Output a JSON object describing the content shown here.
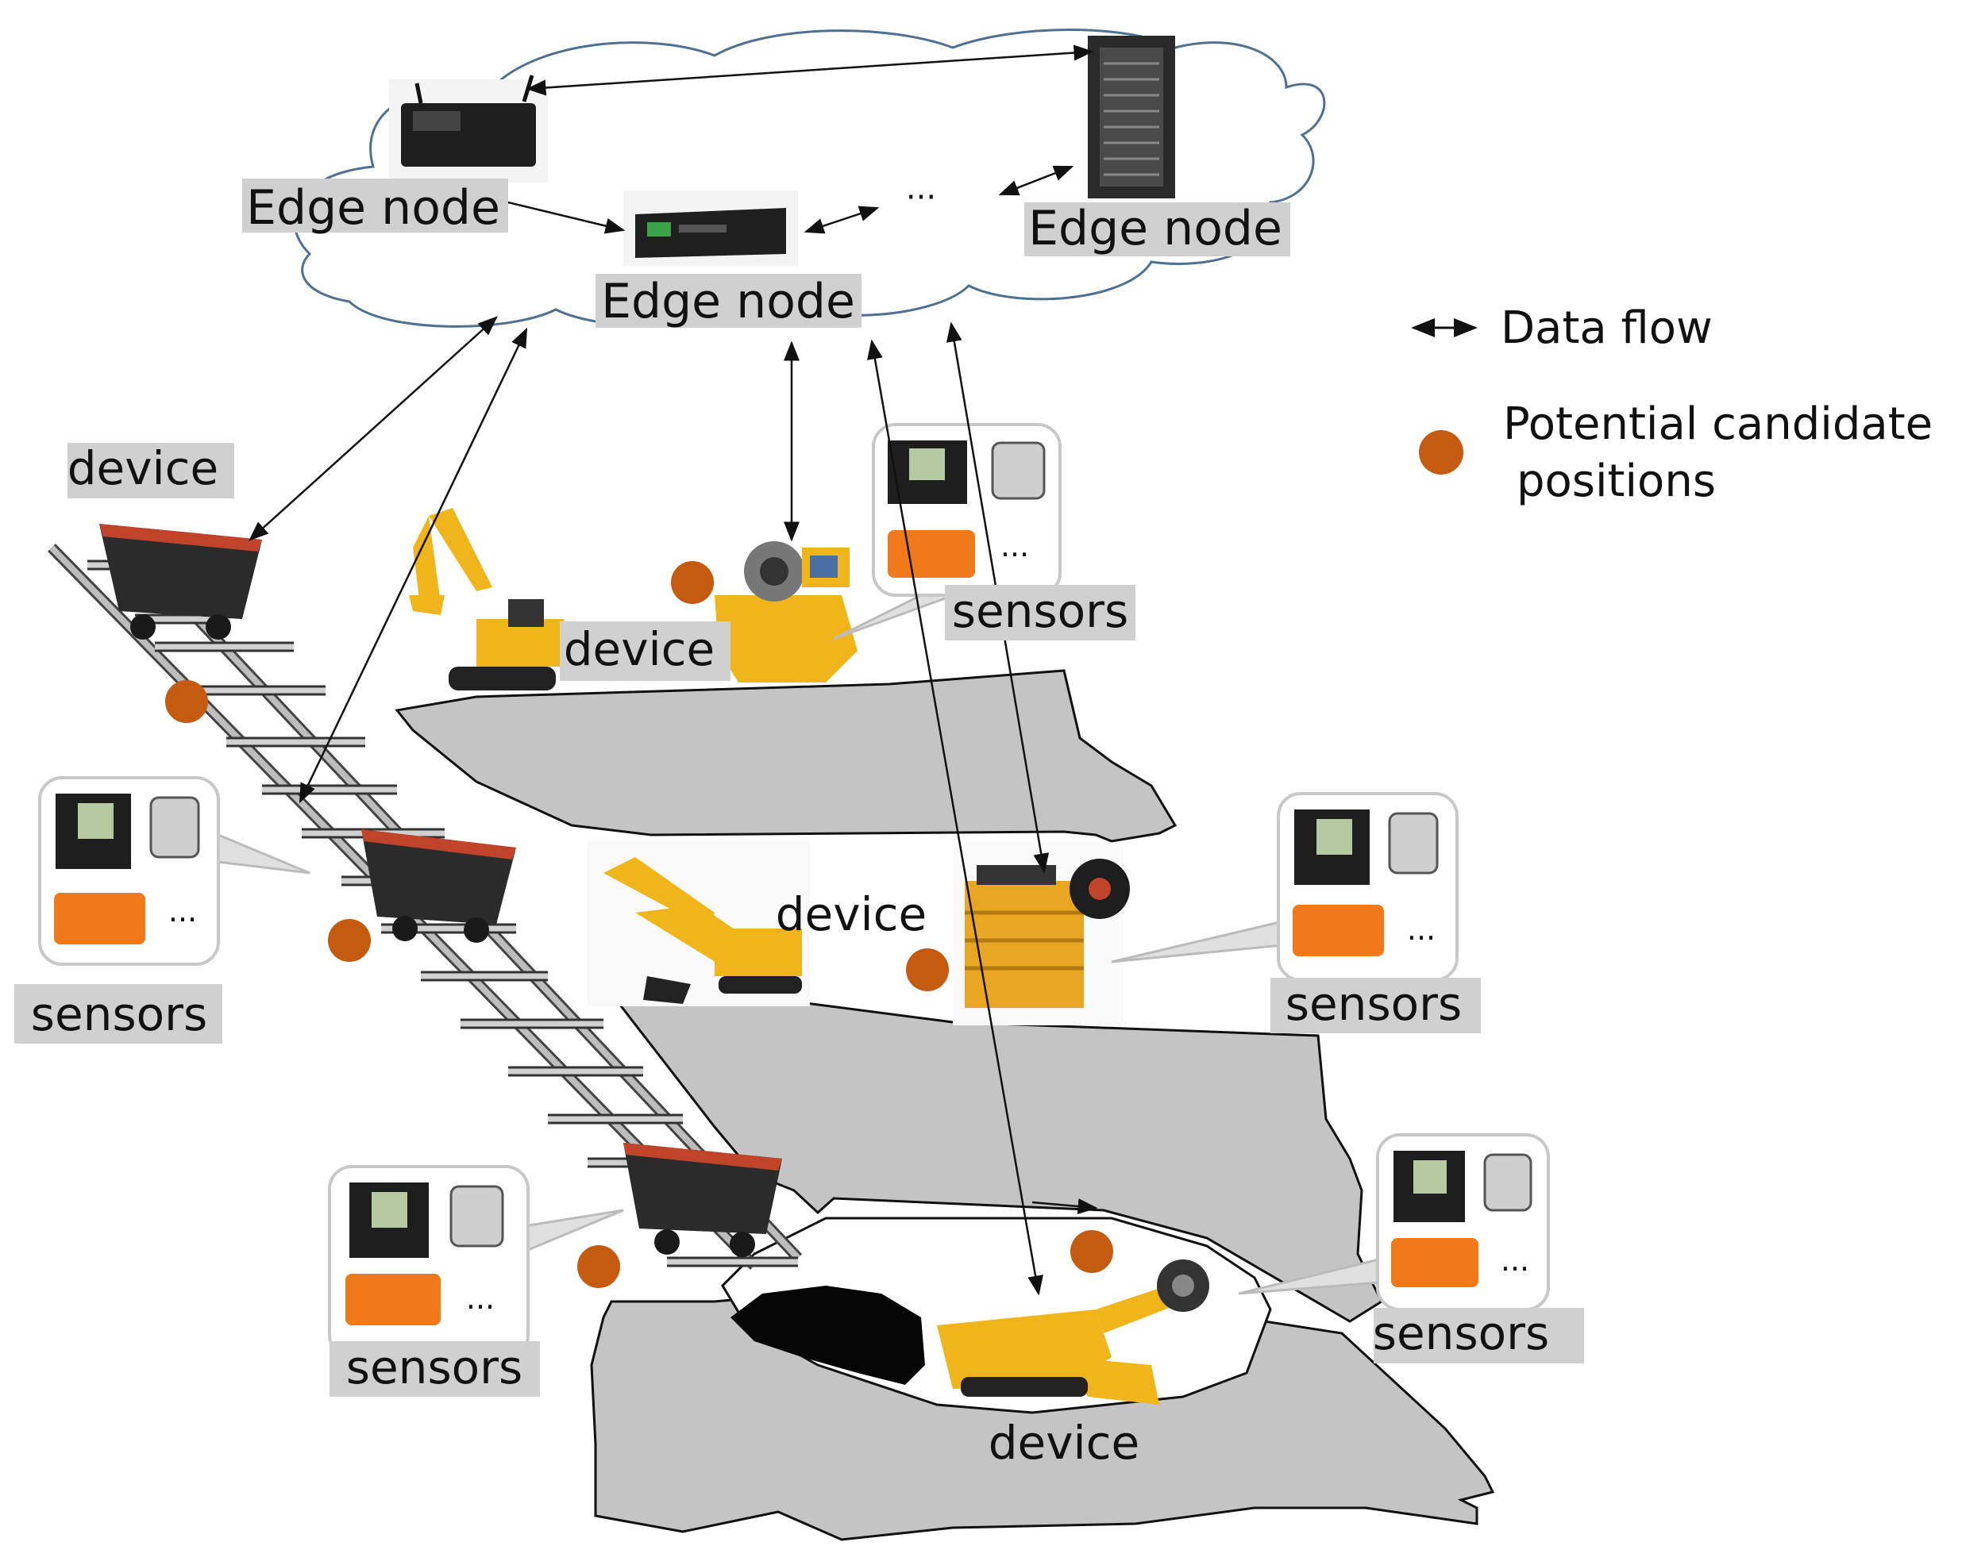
{
  "labels": {
    "edge_node_left": "Edge node",
    "edge_node_center": "Edge node",
    "edge_node_right": "Edge node",
    "ellipsis_cloud": "···",
    "device_top_left": "device",
    "device_upper_level": "device",
    "device_middle_level": "device",
    "device_bottom": "device",
    "sensors_upper": "sensors",
    "sensors_left": "sensors",
    "sensors_right": "sensors",
    "sensors_bottom_left": "sensors",
    "sensors_bottom_right": "sensors",
    "sensor_ellipsis": "···"
  },
  "legend": {
    "data_flow": "Data flow",
    "candidate_line1": "Potential candidate",
    "candidate_line2": "positions"
  },
  "colors": {
    "cloud_stroke": "#4f7191",
    "label_bg": "#d0d0d0",
    "ground": "#c4c4c4",
    "candidate_dot": "#c55a11",
    "machine_yellow": "#f1b51c",
    "cart_red": "#c0442a",
    "sensor_orange": "#f07a1a"
  }
}
